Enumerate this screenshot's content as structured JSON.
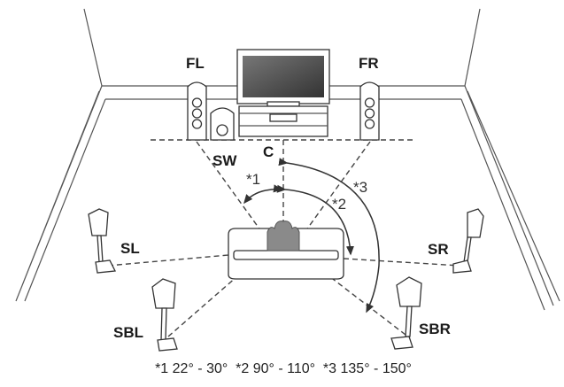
{
  "speakers": {
    "fl": "FL",
    "fr": "FR",
    "sw": "SW",
    "c": "C",
    "sl": "SL",
    "sr": "SR",
    "sbl": "SBL",
    "sbr": "SBR"
  },
  "angles": {
    "a1": "*1",
    "a2": "*2",
    "a3": "*3"
  },
  "caption": "*1 22° - 30°  *2 90° - 110°  *3 135° - 150°",
  "colors": {
    "line": "#444444",
    "screen": "#4a4a4a",
    "listener": "#8a8a8a"
  }
}
